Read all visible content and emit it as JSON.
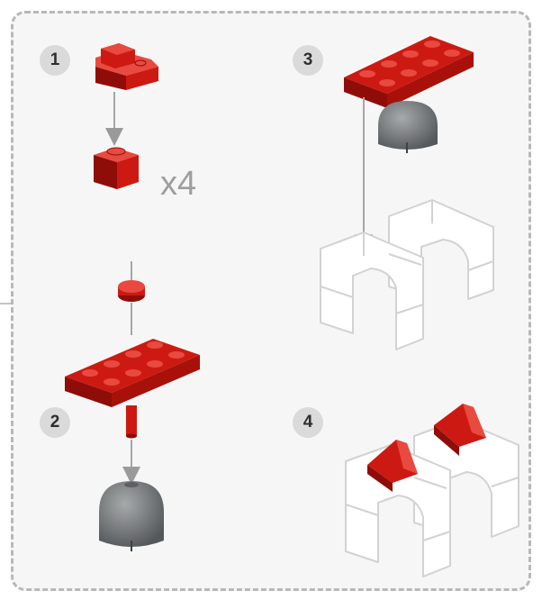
{
  "steps": [
    {
      "number": "1",
      "quantity": "x4"
    },
    {
      "number": "2"
    },
    {
      "number": "3"
    },
    {
      "number": "4"
    }
  ],
  "colors": {
    "brick_red": "#cc1a12",
    "brick_red_dark": "#8f0d09",
    "brick_red_light": "#e84a40",
    "dome_gray": "#7f8283",
    "ghost_outline": "#d2d2d2",
    "panel_border": "#b8b8b8"
  }
}
